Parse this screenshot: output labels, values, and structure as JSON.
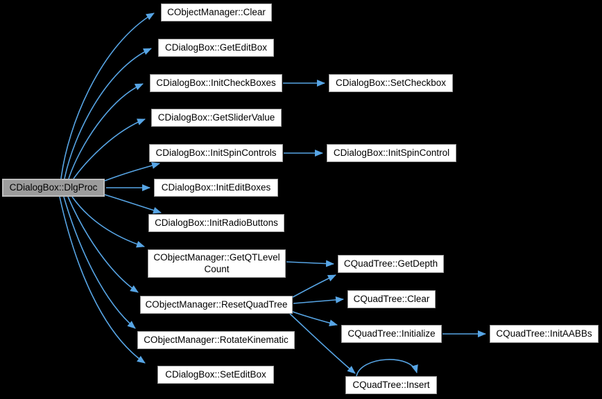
{
  "diagram": {
    "type": "call-graph",
    "background_color": "#000000",
    "edge_color": "#57a5e5",
    "node_fill": "#ffffff",
    "node_border": "#9b9b9b",
    "highlight_node_fill": "#9c9c9c",
    "highlight_node_border": "#bdbdbd",
    "text_color": "#000000"
  },
  "nodes": {
    "dlgproc": {
      "label": "CDialogBox::DlgProc"
    },
    "om_clear": {
      "label": "CObjectManager::Clear"
    },
    "get_edit_box": {
      "label": "CDialogBox::GetEditBox"
    },
    "init_check_boxes": {
      "label": "CDialogBox::InitCheckBoxes"
    },
    "get_slider_value": {
      "label": "CDialogBox::GetSliderValue"
    },
    "init_spin_controls": {
      "label": "CDialogBox::InitSpinControls"
    },
    "init_edit_boxes": {
      "label": "CDialogBox::InitEditBoxes"
    },
    "init_radio_buttons": {
      "label": "CDialogBox::InitRadioButtons"
    },
    "get_qt_level_count": {
      "label": "CObjectManager::GetQTLevel\nCount"
    },
    "reset_quad_tree": {
      "label": "CObjectManager::ResetQuadTree"
    },
    "rotate_kinematic": {
      "label": "CObjectManager::RotateKinematic"
    },
    "set_edit_box": {
      "label": "CDialogBox::SetEditBox"
    },
    "set_checkbox": {
      "label": "CDialogBox::SetCheckbox"
    },
    "init_spin_control": {
      "label": "CDialogBox::InitSpinControl"
    },
    "qt_get_depth": {
      "label": "CQuadTree::GetDepth"
    },
    "qt_clear": {
      "label": "CQuadTree::Clear"
    },
    "qt_initialize": {
      "label": "CQuadTree::Initialize"
    },
    "qt_insert": {
      "label": "CQuadTree::Insert"
    },
    "qt_init_aabbs": {
      "label": "CQuadTree::InitAABBs"
    }
  },
  "edges": [
    {
      "from": "dlgproc",
      "to": "om_clear"
    },
    {
      "from": "dlgproc",
      "to": "get_edit_box"
    },
    {
      "from": "dlgproc",
      "to": "init_check_boxes"
    },
    {
      "from": "dlgproc",
      "to": "get_slider_value"
    },
    {
      "from": "dlgproc",
      "to": "init_spin_controls"
    },
    {
      "from": "dlgproc",
      "to": "init_edit_boxes"
    },
    {
      "from": "dlgproc",
      "to": "init_radio_buttons"
    },
    {
      "from": "dlgproc",
      "to": "get_qt_level_count"
    },
    {
      "from": "dlgproc",
      "to": "reset_quad_tree"
    },
    {
      "from": "dlgproc",
      "to": "rotate_kinematic"
    },
    {
      "from": "dlgproc",
      "to": "set_edit_box"
    },
    {
      "from": "init_check_boxes",
      "to": "set_checkbox"
    },
    {
      "from": "init_spin_controls",
      "to": "init_spin_control"
    },
    {
      "from": "get_qt_level_count",
      "to": "qt_get_depth"
    },
    {
      "from": "reset_quad_tree",
      "to": "qt_get_depth"
    },
    {
      "from": "reset_quad_tree",
      "to": "qt_clear"
    },
    {
      "from": "reset_quad_tree",
      "to": "qt_initialize"
    },
    {
      "from": "reset_quad_tree",
      "to": "qt_insert"
    },
    {
      "from": "qt_initialize",
      "to": "qt_init_aabbs"
    },
    {
      "from": "qt_insert",
      "to": "qt_insert"
    }
  ]
}
